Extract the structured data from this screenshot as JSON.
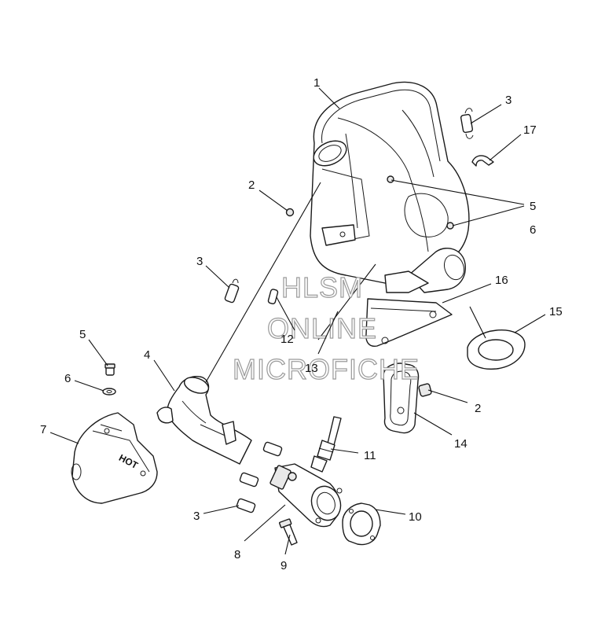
{
  "watermark": {
    "line1": "HLSM",
    "line2": "ONLINE",
    "line3": "MICROFICHE"
  },
  "decal_text": "HOT",
  "callouts": [
    {
      "id": "c1",
      "label": "1"
    },
    {
      "id": "c2a",
      "label": "2"
    },
    {
      "id": "c2b",
      "label": "2"
    },
    {
      "id": "c3a",
      "label": "3"
    },
    {
      "id": "c3b",
      "label": "3"
    },
    {
      "id": "c3c",
      "label": "3"
    },
    {
      "id": "c4",
      "label": "4"
    },
    {
      "id": "c5a",
      "label": "5"
    },
    {
      "id": "c5b",
      "label": "5"
    },
    {
      "id": "c6a",
      "label": "6"
    },
    {
      "id": "c6b",
      "label": "6"
    },
    {
      "id": "c7",
      "label": "7"
    },
    {
      "id": "c8",
      "label": "8"
    },
    {
      "id": "c9",
      "label": "9"
    },
    {
      "id": "c10",
      "label": "10"
    },
    {
      "id": "c11",
      "label": "11"
    },
    {
      "id": "c12",
      "label": "12"
    },
    {
      "id": "c13",
      "label": "13"
    },
    {
      "id": "c14",
      "label": "14"
    },
    {
      "id": "c15",
      "label": "15"
    },
    {
      "id": "c16",
      "label": "16"
    },
    {
      "id": "c17",
      "label": "17"
    }
  ]
}
